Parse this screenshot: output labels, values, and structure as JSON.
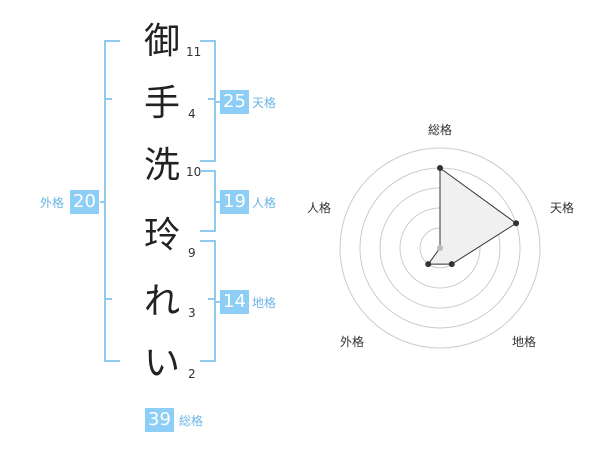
{
  "name": {
    "chars": [
      {
        "char": "御",
        "strokes": "11"
      },
      {
        "char": "手",
        "strokes": "4"
      },
      {
        "char": "洗",
        "strokes": "10"
      },
      {
        "char": "玲",
        "strokes": "9"
      },
      {
        "char": "れ",
        "strokes": "3"
      },
      {
        "char": "い",
        "strokes": "2"
      }
    ]
  },
  "kakusuu": {
    "tenkaku": {
      "value": "25",
      "label": "天格"
    },
    "jinkaku": {
      "value": "19",
      "label": "人格"
    },
    "chikaku": {
      "value": "14",
      "label": "地格"
    },
    "gaikaku": {
      "value": "20",
      "label": "外格"
    },
    "soukaku": {
      "value": "39",
      "label": "総格"
    }
  },
  "chart_data": {
    "type": "radar",
    "axes": [
      "総格",
      "天格",
      "地格",
      "外格",
      "人格"
    ],
    "values": [
      4,
      4,
      1,
      1,
      0
    ],
    "max": 5,
    "colors": {
      "fill": "#f0f0f0",
      "line": "#333333",
      "grid": "#cccccc",
      "point": "#333333",
      "center": "#bbbbbb"
    }
  }
}
